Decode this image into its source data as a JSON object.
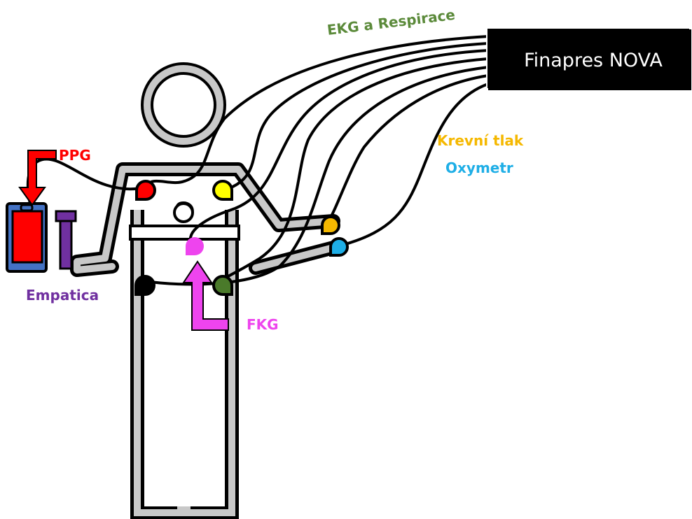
{
  "device": {
    "label": "Finapres NOVA"
  },
  "labels": {
    "ekg": {
      "text": "EKG a Respirace",
      "color": "#5b8a3a"
    },
    "bp": {
      "text": "Krevní tlak",
      "color": "#f5b800"
    },
    "oxy": {
      "text": "Oxymetr",
      "color": "#1eaee6"
    },
    "ppg": {
      "text": "PPG",
      "color": "#ff0000"
    },
    "empatica": {
      "text": "Empatica",
      "color": "#7030a0"
    },
    "fkg": {
      "text": "FKG",
      "color": "#ee44ee"
    }
  },
  "colors": {
    "body_fill": "#c8c8c8",
    "outline": "#000000",
    "electrode_red": "#ff0000",
    "electrode_yellow": "#ffff00",
    "electrode_white": "#ffffff",
    "electrode_black": "#000000",
    "electrode_green": "#4a7a2a",
    "electrode_magenta": "#ee44ee",
    "cuff_yellow": "#f5b800",
    "clip_blue": "#1eaee6",
    "watch_blue": "#4472c4",
    "watch_red": "#ff0000",
    "watch_purple": "#7030a0"
  }
}
